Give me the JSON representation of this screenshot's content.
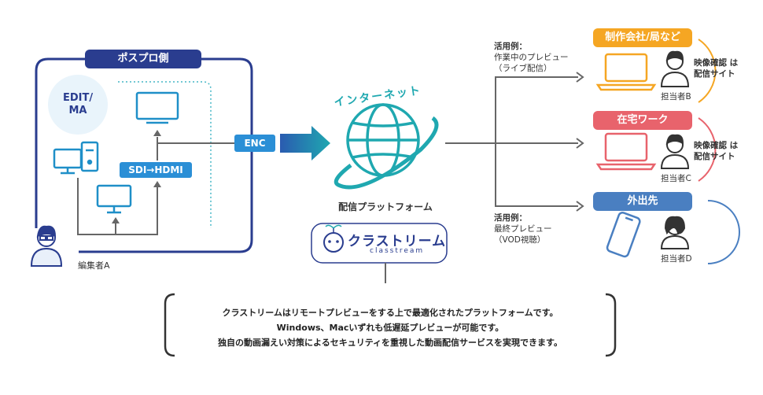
{
  "post_production": {
    "title": "ポスプロ側",
    "edit_ma_line1": "EDIT/",
    "edit_ma_line2": "MA",
    "sdi_hdmi": "SDI→HDMI",
    "editor": "編集者A"
  },
  "enc_label": "ENC",
  "internet": {
    "title": "インターネット",
    "platform": "配信プラットフォーム"
  },
  "logo": {
    "name": "クラストリーム",
    "sub": "classtream"
  },
  "use_case_1": {
    "title": "活用例：",
    "line1": "作業中のプレビュー",
    "line2": "（ライブ配信）"
  },
  "use_case_2": {
    "title": "活用例：",
    "line1": "最終プレビュー",
    "line2": "（VOD視聴）"
  },
  "destinations": [
    {
      "tab": "制作会社/局など",
      "note1": "映像確認 は",
      "note2": "配信サイト",
      "person": "担当者B",
      "color": "#f5a623"
    },
    {
      "tab": "在宅ワーク",
      "note1": "映像確認 は",
      "note2": "配信サイト",
      "person": "担当者C",
      "color": "#e8636c"
    },
    {
      "tab": "外出先",
      "person": "担当者D",
      "color": "#4a7fc1"
    }
  ],
  "footer": {
    "line1": "クラストリームはリモートプレビューをする上で最適化されたプラットフォームです。",
    "line2": "Windows、Macいずれも低遅延プレビューが可能です。",
    "line3": "独自の動画漏えい対策によるセキュリティを重視した動画配信サービスを実現できます。"
  },
  "colors": {
    "navy": "#2a3d8f",
    "teal": "#1fa8b0",
    "blue": "#2b8fd6",
    "orange": "#f5a623",
    "red": "#e8636c",
    "sky": "#4a7fc1",
    "gray": "#666666"
  }
}
